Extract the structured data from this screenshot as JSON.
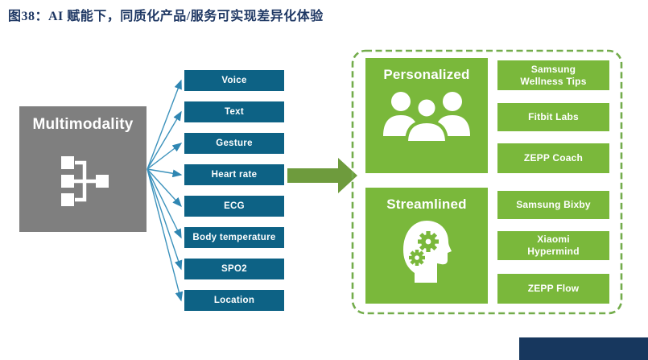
{
  "figure": {
    "title": "图38：AI 赋能下，同质化产品/服务可实现差异化体验"
  },
  "root": {
    "label": "Multimodality"
  },
  "modalities": [
    "Voice",
    "Text",
    "Gesture",
    "Heart rate",
    "ECG",
    "Body temperature",
    "SPO2",
    "Location"
  ],
  "outcomes": [
    {
      "label": "Personalized",
      "icon": "people-group-icon"
    },
    {
      "label": "Streamlined",
      "icon": "head-gears-icon"
    }
  ],
  "products": [
    "Samsung Wellness Tips",
    "Fitbit Labs",
    "ZEPP Coach",
    "Samsung Bixby",
    "Xiaomi Hypermind",
    "ZEPP Flow"
  ],
  "colors": {
    "title_text": "#1F3864",
    "root_box": "#7F7F7F",
    "modality_box": "#0D6285",
    "connector_line": "#3C92BC",
    "big_arrow": "#6E9B3D",
    "dashed_border": "#73AC4B",
    "green_box": "#7AB83B",
    "footer_box": "#17375E"
  }
}
